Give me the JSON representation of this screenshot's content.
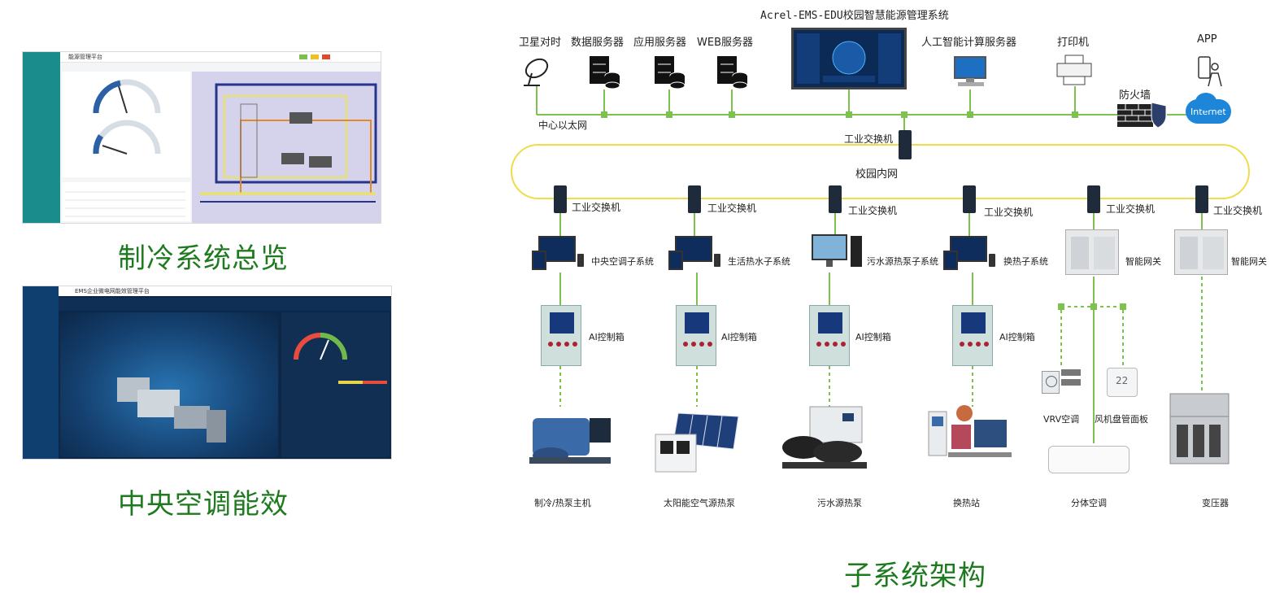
{
  "left": {
    "screenshot1": {
      "app_title": "能源管理平台",
      "caption": "制冷系统总览"
    },
    "screenshot2": {
      "app_title": "EMS企业微电网能效管理平台",
      "caption": "中央空调能效"
    }
  },
  "diagram": {
    "title": "Acrel-EMS-EDU校园智慧能源管理系统",
    "footer": "子系统架构",
    "top_devices": [
      "卫星对时",
      "数据服务器",
      "应用服务器",
      "WEB服务器",
      "人工智能计算服务器",
      "打印机",
      "APP"
    ],
    "firewall": "防火墙",
    "internet": "Internet",
    "ethernet": "中心以太网",
    "core_switch": "工业交换机",
    "campus_net": "校园内网",
    "switch_label": "工业交换机",
    "subsystems": [
      "中央空调子系统",
      "生活热水子系统",
      "污水源热泵子系统",
      "换热子系统",
      "智能网关",
      "智能网关"
    ],
    "control_box": "AI控制箱",
    "equipment": [
      "制冷/热泵主机",
      "太阳能空气源热泵",
      "污水源热泵",
      "换热站",
      "分体空调",
      "变压器"
    ],
    "vrv": "VRV空调",
    "fan_panel": "风机盘管面板",
    "thermostat_reading": "22",
    "colors": {
      "green_line": "#7dc24f",
      "yellow_ring": "#f0dc4a",
      "caption_green": "#1e7a1e",
      "accent_blue": "#1d6fc2"
    }
  }
}
